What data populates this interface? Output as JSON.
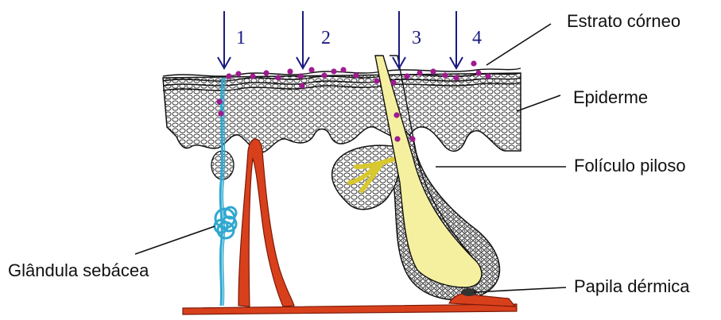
{
  "labels": {
    "estrato_corneo": "Estrato córneo",
    "epiderme": "Epiderme",
    "foliculo_piloso": "Folículo piloso",
    "glandula_sebacea": "Glândula sebácea",
    "papila_dermica": "Papila dérmica"
  },
  "pathway_numbers": [
    "1",
    "2",
    "3",
    "4"
  ],
  "colors": {
    "arrow": "#1a1a80",
    "particle": "#a01a90",
    "vessel": "#d8401c",
    "gland_duct": "#30a8d0",
    "hair_shaft": "#e8e86a",
    "outline": "#111111"
  }
}
